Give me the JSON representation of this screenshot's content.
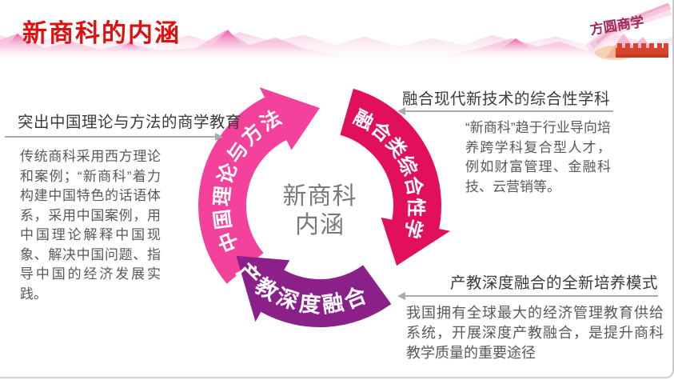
{
  "slide": {
    "title": "新商科的内涵",
    "logo_text": "方圆商学"
  },
  "diagram": {
    "center": {
      "line1": "新商科",
      "line2": "内涵"
    },
    "arcs": [
      {
        "name": "china-theory-method",
        "label": "中国理论与方法",
        "color": "#F4419B"
      },
      {
        "name": "integrated-discipline",
        "label": "融合类综合性学科",
        "color": "#E2105A"
      },
      {
        "name": "industry-education-fusion",
        "label": "产教深度融合",
        "color": "#8A2088"
      }
    ]
  },
  "sections": {
    "left": {
      "heading": "突出中国理论与方法的商学教育",
      "body": "传统商科采用西方理论和案例；“新商科”着力构建中国特色的话语体系，采用中国案例，用中国理论解释中国现象、解决中国问题、指导中国的经济发展实践。"
    },
    "top_right": {
      "heading": "融合现代新技术的综合性学科",
      "body": "“新商科”趋于行业导向培养跨学科复合型人才，例如财富管理、金融科技、云营销等。"
    },
    "bottom_right": {
      "heading": "产教深度融合的全新培养模式",
      "body": "我国拥有全球最大的经济管理教育供给系统，开展深度产教融合，是提升商科教学质量的重要途径"
    }
  },
  "colors": {
    "title_red": "#DE1111",
    "heading_text": "#3B3B3B",
    "body_text": "#595959",
    "center_text_gray": "#7A7A7A",
    "connector_arrow_gray": "#A8ABAE"
  }
}
